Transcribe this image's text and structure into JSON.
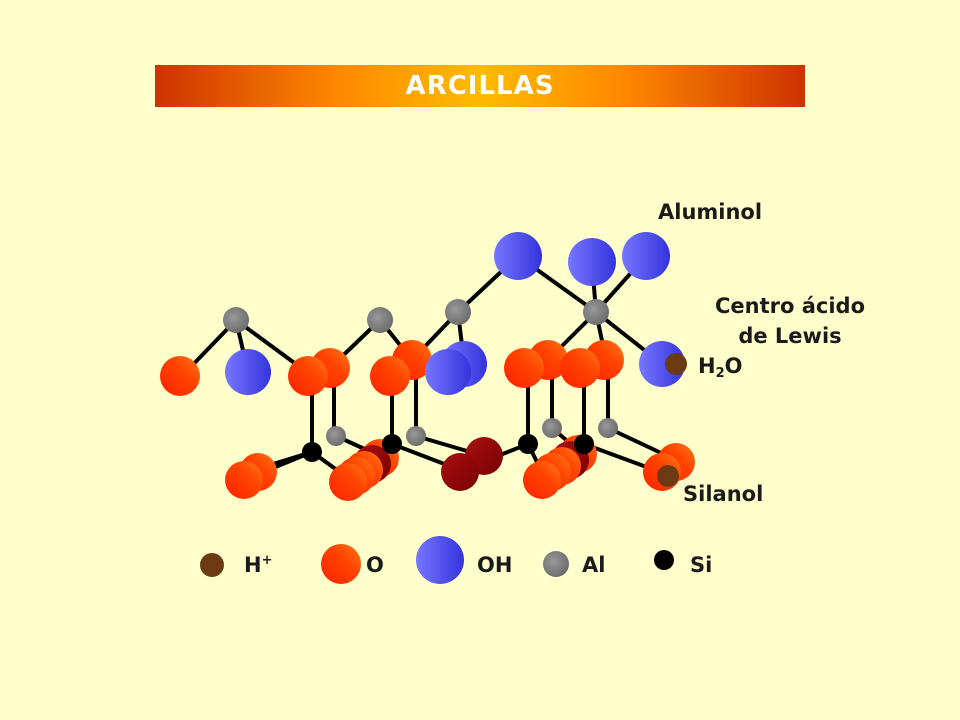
{
  "title": "ARCILLAS",
  "labels": {
    "aluminol": "Aluminol",
    "lewis_line1": "Centro ácido",
    "lewis_line2": "de Lewis",
    "water_main": "H",
    "water_sub": "2",
    "water_end": "O",
    "silanol": "Silanol"
  },
  "legend": [
    {
      "key": "h",
      "label": "H",
      "sup": "+",
      "color": "#6b3a10"
    },
    {
      "key": "o",
      "label": "O",
      "sup": "",
      "color": "#ff4400"
    },
    {
      "key": "oh",
      "label": "OH",
      "sup": "",
      "color": "#5555ee"
    },
    {
      "key": "al",
      "label": "Al",
      "sup": "",
      "color": "#808080"
    },
    {
      "key": "si",
      "label": "Si",
      "sup": "",
      "color": "#000000"
    }
  ],
  "colors": {
    "background": "#ffffcc",
    "oxygen": "#ff4400",
    "hydroxyl": "#5555ee",
    "aluminum": "#808080",
    "silicon": "#000000",
    "proton": "#6b3a10",
    "bond": "#000000"
  }
}
